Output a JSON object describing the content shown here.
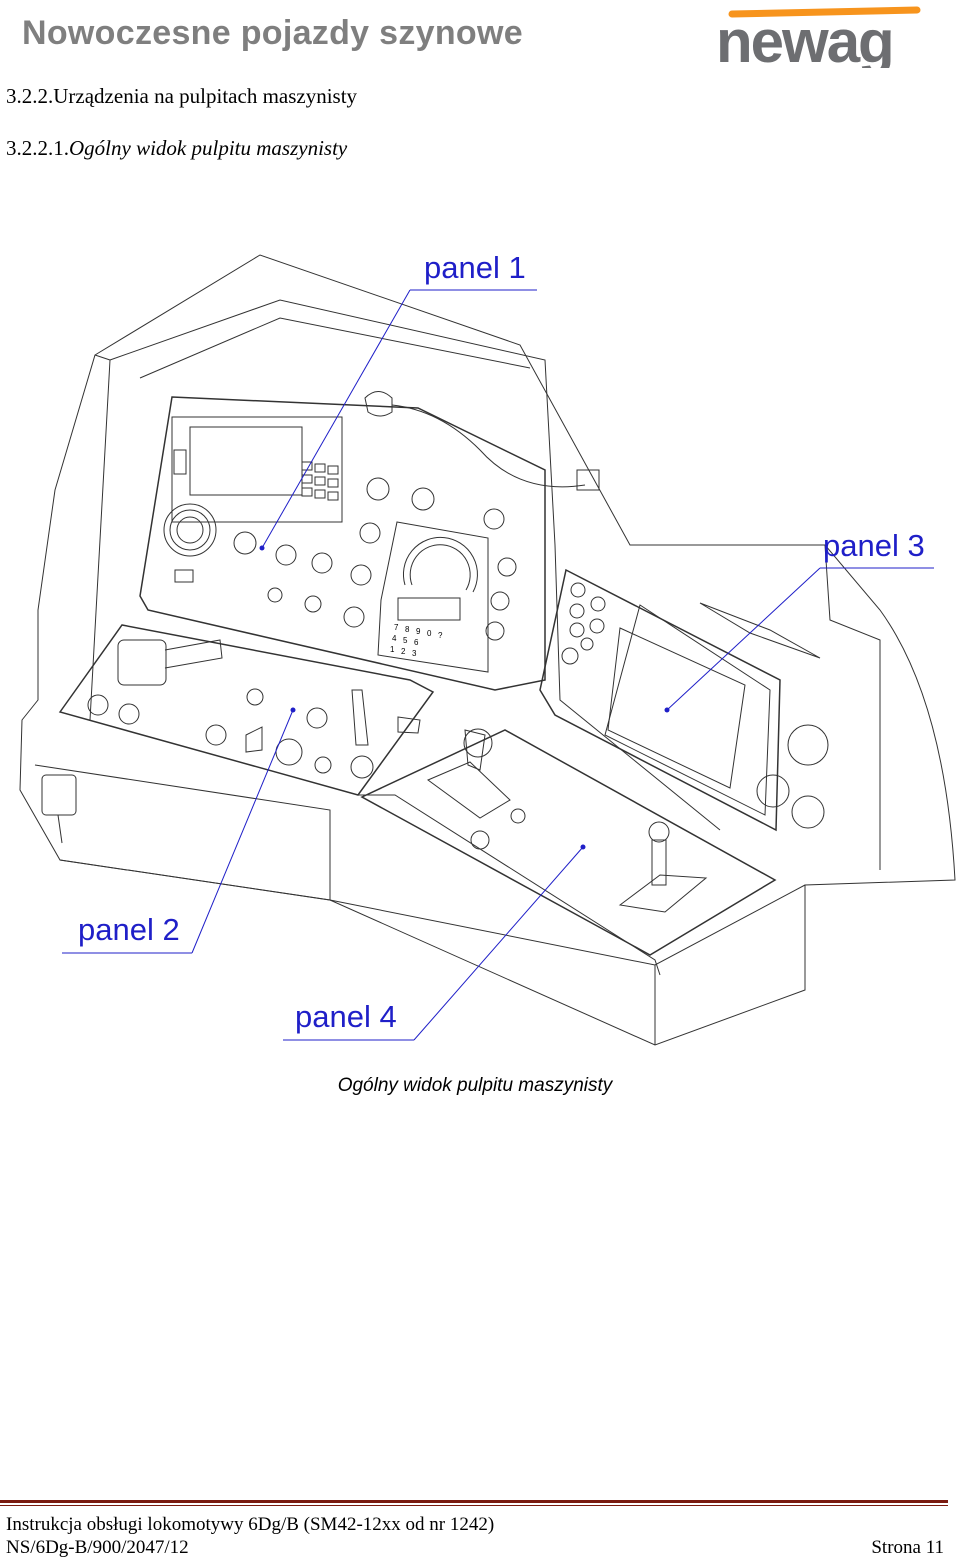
{
  "header": {
    "title": "Nowoczesne pojazdy szynowe",
    "logo_text": "newag",
    "logo_color": "#6d6e71",
    "logo_accent": "#f7941d"
  },
  "section": {
    "number": "3.2.2.",
    "title": "Urządzenia na pulpitach maszynisty"
  },
  "subsection": {
    "number": "3.2.2.1.",
    "title": "Ogólny widok pulpitu maszynisty"
  },
  "figure": {
    "labels": {
      "panel1": "panel 1",
      "panel2": "panel 2",
      "panel3": "panel 3",
      "panel4": "panel 4"
    },
    "keypad": [
      "7",
      "8",
      "9",
      "0",
      "?",
      "4",
      "5",
      "6",
      "1",
      "2",
      "3"
    ],
    "label_color": "#1f1fc8",
    "caption": "Ogólny widok pulpitu maszynisty"
  },
  "footer": {
    "line1": "Instrukcja obsługi lokomotywy 6Dg/B (SM42-12xx od nr 1242)",
    "line2": "NS/6Dg-B/900/2047/12",
    "page": "Strona 11",
    "rule_color": "#7a1a10"
  }
}
